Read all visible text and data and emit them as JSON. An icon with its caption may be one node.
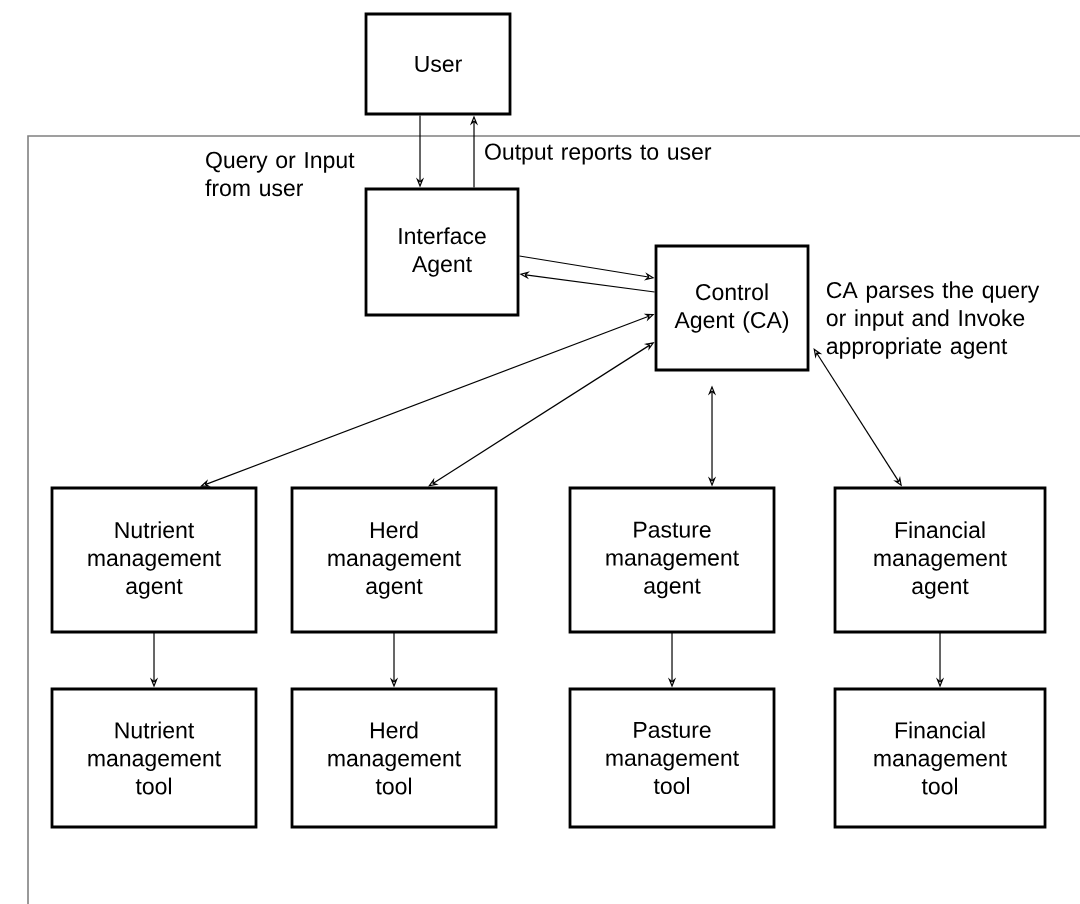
{
  "diagram": {
    "nodes": [
      {
        "text": [
          "User"
        ]
      },
      {
        "text": [
          "Interface Agent"
        ]
      },
      {
        "text": [
          "Control Agent (CA)"
        ],
        "beside": [
          "CA parses the query or input  and Invoke appropriate agent"
        ]
      },
      {
        "text": [
          "Nutrient management agent"
        ]
      },
      {
        "text": [
          "Herd management agent"
        ]
      },
      {
        "text": [
          "Pasture management agent"
        ]
      },
      {
        "text": [
          "Financial management agent"
        ]
      },
      {
        "text": [
          "Nutrient management tool"
        ]
      },
      {
        "text": [
          "Herd management tool"
        ]
      },
      {
        "text": [
          "Pasture management tool"
        ]
      },
      {
        "text": [
          "Financial management tool"
        ]
      }
    ],
    "edges": [
      {
        "from": 0,
        "to": 1,
        "arrow": "to",
        "label": "Query or Input from user"
      },
      {
        "from": 1,
        "to": 0,
        "arrow": "to",
        "label": "Output reports to user"
      },
      {
        "from": 1,
        "to": 2,
        "arrow": "to"
      },
      {
        "from": 2,
        "to": 1,
        "arrow": "to"
      },
      {
        "from": 3,
        "to": 2,
        "arrow": "both"
      },
      {
        "from": 4,
        "to": 2,
        "arrow": "both"
      },
      {
        "from": 5,
        "to": 2,
        "arrow": "both"
      },
      {
        "from": 6,
        "to": 2,
        "arrow": "both"
      },
      {
        "from": 3,
        "to": 7,
        "arrow": "to"
      },
      {
        "from": 4,
        "to": 8,
        "arrow": "to"
      },
      {
        "from": 5,
        "to": 9,
        "arrow": "to"
      },
      {
        "from": 6,
        "to": 10,
        "arrow": "to"
      }
    ]
  }
}
